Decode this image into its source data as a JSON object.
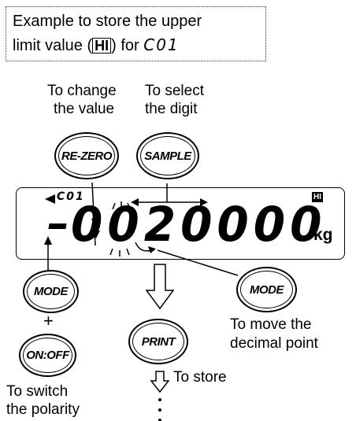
{
  "title": {
    "line1": "Example to store the upper",
    "line2_prefix": "limit value (",
    "hi_badge": "HI",
    "line2_mid": ") for ",
    "line2_code": "C01"
  },
  "annotations": {
    "change_value_1": "To change",
    "change_value_2": "the value",
    "select_digit_1": "To select",
    "select_digit_2": "the digit",
    "move_decimal_1": "To move the",
    "move_decimal_2": "decimal point",
    "store": "To store",
    "switch_polarity_1": "To switch",
    "switch_polarity_2": "the polarity",
    "plus": "+"
  },
  "buttons": {
    "rezero": "RE-ZERO",
    "sample": "SAMPLE",
    "mode_left": "MODE",
    "mode_right": "MODE",
    "print": "PRINT",
    "onoff": "ON:OFF"
  },
  "display": {
    "code": "C01",
    "hi_indicator": "HI",
    "sign": "-",
    "digits": "0020000",
    "unit": "kg"
  }
}
